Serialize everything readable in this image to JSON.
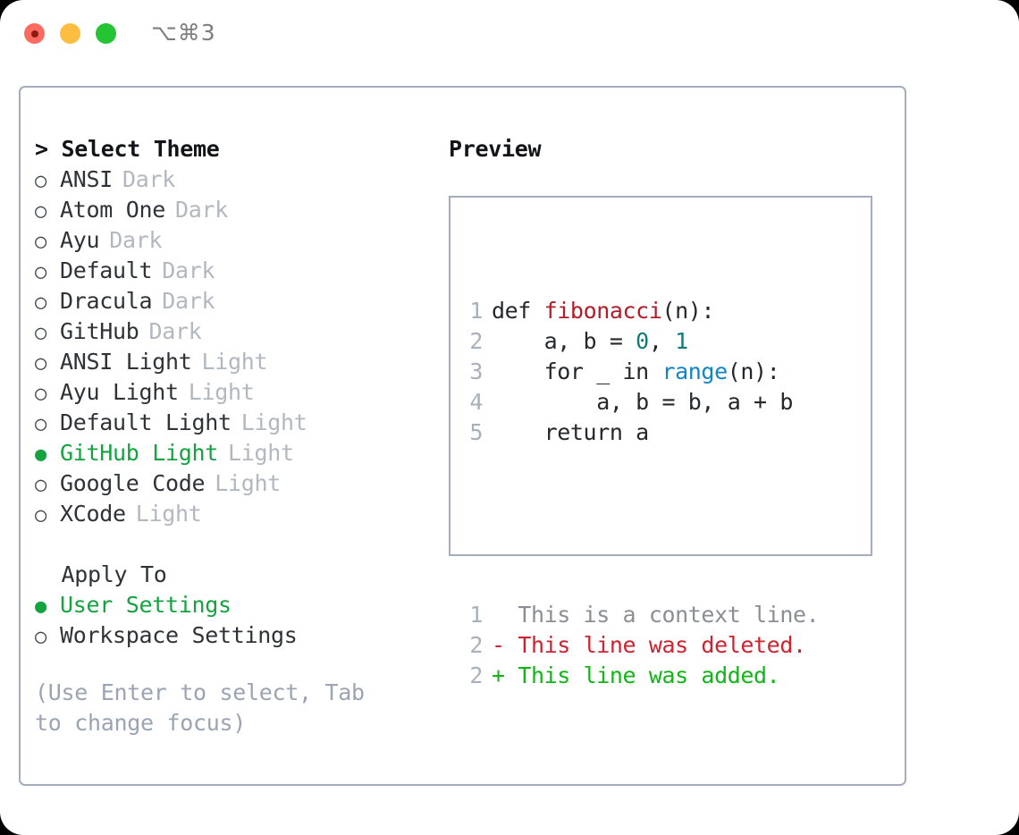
{
  "titlebar": {
    "shortcut": "⌥⌘3",
    "buttons": [
      {
        "name": "close",
        "color": "#fd6b60"
      },
      {
        "name": "minimize",
        "color": "#fdbd41"
      },
      {
        "name": "zoom",
        "color": "#24c434"
      }
    ]
  },
  "theme_panel": {
    "heading": "> Select Theme",
    "options": [
      {
        "bullet": "○",
        "label": "ANSI",
        "tag": "Dark",
        "selected": false
      },
      {
        "bullet": "○",
        "label": "Atom One",
        "tag": "Dark",
        "selected": false
      },
      {
        "bullet": "○",
        "label": "Ayu",
        "tag": "Dark",
        "selected": false
      },
      {
        "bullet": "○",
        "label": "Default",
        "tag": "Dark",
        "selected": false
      },
      {
        "bullet": "○",
        "label": "Dracula",
        "tag": "Dark",
        "selected": false
      },
      {
        "bullet": "○",
        "label": "GitHub",
        "tag": "Dark",
        "selected": false
      },
      {
        "bullet": "○",
        "label": "ANSI Light",
        "tag": "Light",
        "selected": false
      },
      {
        "bullet": "○",
        "label": "Ayu Light",
        "tag": "Light",
        "selected": false
      },
      {
        "bullet": "○",
        "label": "Default Light",
        "tag": "Light",
        "selected": false
      },
      {
        "bullet": "●",
        "label": "GitHub Light",
        "tag": "Light",
        "selected": true
      },
      {
        "bullet": "○",
        "label": "Google Code",
        "tag": "Light",
        "selected": false
      },
      {
        "bullet": "○",
        "label": "XCode",
        "tag": "Light",
        "selected": false
      }
    ]
  },
  "apply_to": {
    "heading": "  Apply To",
    "options": [
      {
        "bullet": "●",
        "label": "User Settings",
        "selected": true
      },
      {
        "bullet": "○",
        "label": "Workspace Settings",
        "selected": false
      }
    ]
  },
  "hint": "(Use Enter to select, Tab to change focus)",
  "preview": {
    "heading": "Preview",
    "code_lines": [
      {
        "num": "1",
        "segments": [
          {
            "text": "def ",
            "style": "plain"
          },
          {
            "text": "fibonacci",
            "style": "fn"
          },
          {
            "text": "(n):",
            "style": "plain"
          }
        ]
      },
      {
        "num": "2",
        "segments": [
          {
            "text": "    a, b = ",
            "style": "plain"
          },
          {
            "text": "0",
            "style": "num"
          },
          {
            "text": ", ",
            "style": "plain"
          },
          {
            "text": "1",
            "style": "num"
          }
        ]
      },
      {
        "num": "3",
        "segments": [
          {
            "text": "    for _ in ",
            "style": "plain"
          },
          {
            "text": "range",
            "style": "blt"
          },
          {
            "text": "(n):",
            "style": "plain"
          }
        ]
      },
      {
        "num": "4",
        "segments": [
          {
            "text": "        a, b = b, a + b",
            "style": "plain"
          }
        ]
      },
      {
        "num": "5",
        "segments": [
          {
            "text": "    return a",
            "style": "plain"
          }
        ]
      }
    ],
    "diff_lines": [
      {
        "num": "1",
        "marker": "  ",
        "text": "This is a context line.",
        "kind": "ctx"
      },
      {
        "num": "2",
        "marker": "- ",
        "text": "This line was deleted.",
        "kind": "del"
      },
      {
        "num": "2",
        "marker": "+ ",
        "text": "This line was added.",
        "kind": "add"
      }
    ]
  },
  "colors": {
    "accent_green": "#14a33f",
    "border": "#a3adbb",
    "muted": "#b2b8c0",
    "hint": "#9aa4b2",
    "diff_del": "#cf222e",
    "diff_add": "#12b517",
    "code_fn": "#b31d28",
    "code_num": "#0f7b79",
    "code_builtin": "#1184c4"
  }
}
